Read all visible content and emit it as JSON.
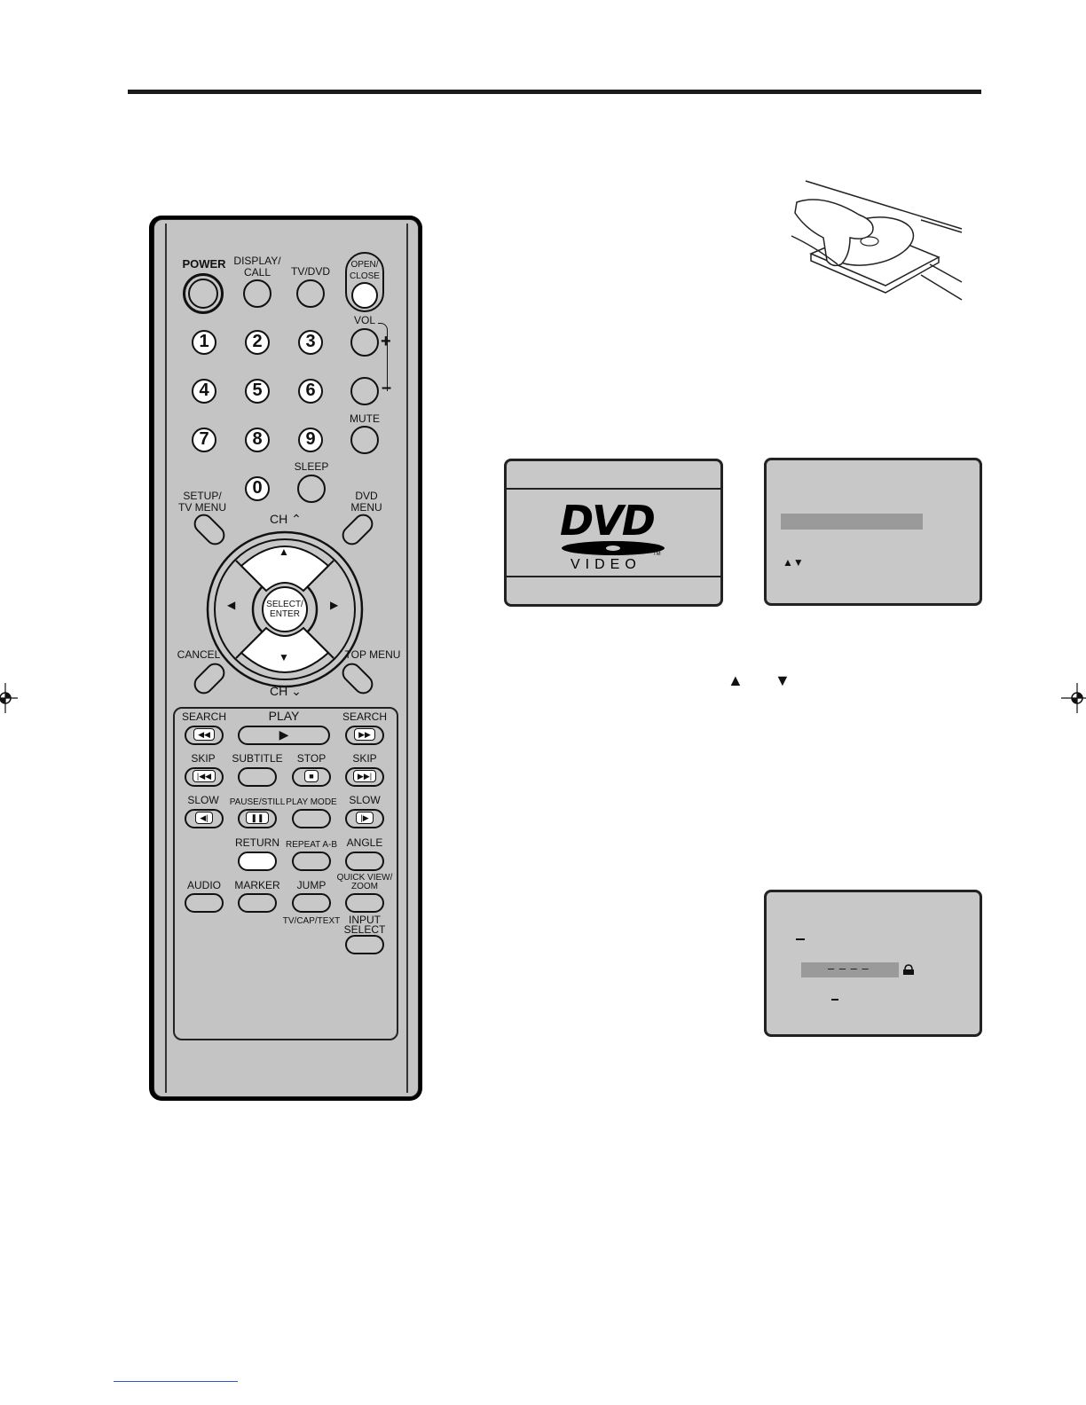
{
  "remote": {
    "power": "POWER",
    "display_call": "DISPLAY/\nCALL",
    "tv_dvd": "TV/DVD",
    "open_close": "OPEN/\nCLOSE",
    "vol": "VOL",
    "vol_plus": "+",
    "vol_minus": "–",
    "mute": "MUTE",
    "sleep": "SLEEP",
    "numbers": [
      "1",
      "2",
      "3",
      "4",
      "5",
      "6",
      "7",
      "8",
      "9",
      "0"
    ],
    "setup_tv_menu": "SETUP/\nTV MENU",
    "dvd_menu": "DVD\nMENU",
    "ch_up": "CH",
    "ch_down": "CH",
    "select_enter": "SELECT/\nENTER",
    "cancel": "CANCEL",
    "top_menu": "TOP MENU",
    "search_rev": "SEARCH",
    "play": "PLAY",
    "search_fwd": "SEARCH",
    "skip_rev": "SKIP",
    "subtitle": "SUBTITLE",
    "stop": "STOP",
    "skip_fwd": "SKIP",
    "slow_rev": "SLOW",
    "pause_still": "PAUSE/STILL",
    "play_mode": "PLAY MODE",
    "slow_fwd": "SLOW",
    "return": "RETURN",
    "repeat_ab": "REPEAT A-B",
    "angle": "ANGLE",
    "audio": "AUDIO",
    "marker": "MARKER",
    "jump": "JUMP",
    "quick_view_zoom": "QUICK VIEW/\nZOOM",
    "tv_cap_text": "TV/CAP/TEXT",
    "input_select": "INPUT\nSELECT"
  },
  "dvd_logo": {
    "dvd": "DVD",
    "video": "VIDEO",
    "tm": "TM"
  },
  "step_arrows": {
    "up": "▲",
    "down": "▼"
  },
  "screen2": {
    "arrows": "▲▼"
  },
  "screen3": {
    "dashes": "– – – –"
  }
}
